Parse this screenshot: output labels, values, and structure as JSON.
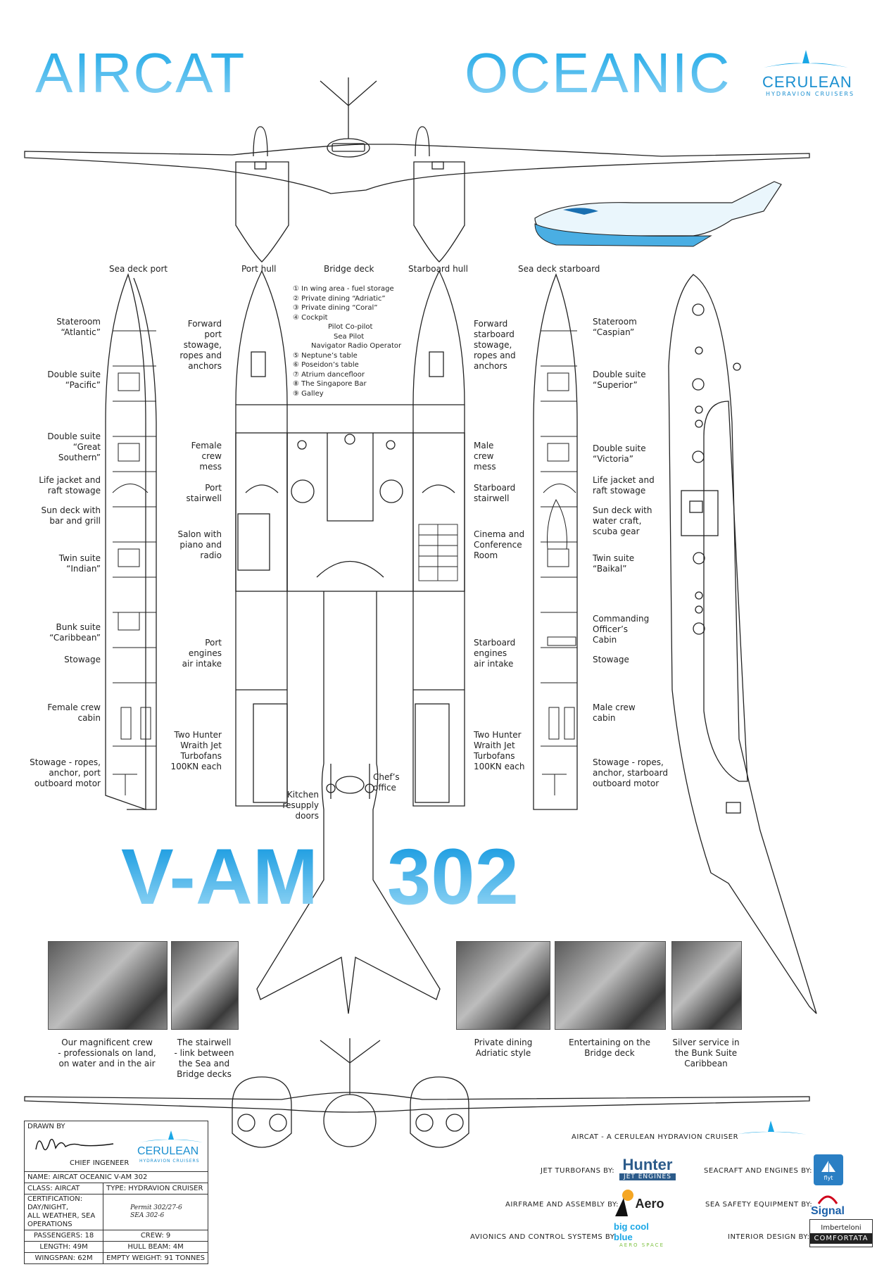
{
  "header": {
    "title_left": "AIRCAT",
    "title_right": "OCEANIC",
    "brand": "CERULEAN",
    "brand_sub": "HYDRAVION CRUISERS"
  },
  "model_title": {
    "left": "V-AM",
    "right": "302"
  },
  "section_labels": {
    "sea_deck_port": "Sea deck port",
    "port_hull": "Port hull",
    "bridge_deck": "Bridge deck",
    "starboard_hull": "Starboard hull",
    "sea_deck_starboard": "Sea deck starboard"
  },
  "legend": [
    "① In wing area - fuel storage",
    "② Private dining “Adriatic”",
    "③ Private dining “Coral”",
    "④ Cockpit",
    "Pilot    Co-pilot",
    "Sea Pilot",
    "Navigator Radio Operator",
    "⑤ Neptune’s table",
    "⑥ Poseidon’s table",
    "⑦ Atrium dancefloor",
    "⑧ The Singapore Bar",
    "⑨ Galley"
  ],
  "port_labels": [
    {
      "text": "Stateroom\n“Atlantic”"
    },
    {
      "text": "Double suite\n“Pacific”"
    },
    {
      "text": "Double suite\n“Great\nSouthern”"
    },
    {
      "text": "Life jacket and\nraft stowage"
    },
    {
      "text": "Sun deck with\nbar and grill"
    },
    {
      "text": "Twin suite\n“Indian”"
    },
    {
      "text": "Bunk suite\n“Caribbean”"
    },
    {
      "text": "Stowage"
    },
    {
      "text": "Female crew\ncabin"
    },
    {
      "text": "Stowage - ropes,\nanchor, port\noutboard motor"
    }
  ],
  "port_hull_labels": [
    {
      "text": "Forward\nport\nstowage,\nropes and\nanchors"
    },
    {
      "text": "Female\ncrew\nmess"
    },
    {
      "text": "Port\nstairwell"
    },
    {
      "text": "Salon with\npiano and\nradio"
    },
    {
      "text": "Port\nengines\nair intake"
    },
    {
      "text": "Two Hunter\nWraith Jet\nTurbofans\n100KN each"
    }
  ],
  "starboard_hull_labels": [
    {
      "text": "Forward\nstarboard\nstowage,\nropes and\nanchors"
    },
    {
      "text": "Male\ncrew\nmess"
    },
    {
      "text": "Starboard\nstairwell"
    },
    {
      "text": "Cinema and\nConference\nRoom"
    },
    {
      "text": "Starboard\nengines\nair intake"
    },
    {
      "text": "Two Hunter\nWraith Jet\nTurbofans\n100KN each"
    }
  ],
  "starboard_labels": [
    {
      "text": "Stateroom\n“Caspian”"
    },
    {
      "text": "Double suite\n“Superior”"
    },
    {
      "text": "Double suite\n“Victoria”"
    },
    {
      "text": "Life jacket and\nraft stowage"
    },
    {
      "text": "Sun deck with\nwater craft,\nscuba gear"
    },
    {
      "text": "Twin suite\n“Baikal”"
    },
    {
      "text": "Commanding\nOfficer’s\nCabin"
    },
    {
      "text": "Stowage"
    },
    {
      "text": "Male crew\ncabin"
    },
    {
      "text": "Stowage - ropes,\nanchor, starboard\noutboard motor"
    }
  ],
  "center_labels": {
    "kitchen": "Kitchen\nresupply\ndoors",
    "chef": "Chef’s\noffice"
  },
  "photos": [
    {
      "caption": "Our magnificent crew\n- professionals on land,\non water and in the air"
    },
    {
      "caption": "The stairwell\n- link between\nthe Sea and\nBridge decks"
    },
    {
      "caption": "Private dining\nAdriatic style"
    },
    {
      "caption": "Entertaining on the\nBridge deck"
    },
    {
      "caption": "Silver service in\nthe Bunk Suite\nCaribbean"
    }
  ],
  "credits": {
    "tagline": "AIRCAT - A CERULEAN HYDRAVION CRUISER",
    "jet_turbofans": "JET TURBOFANS BY:",
    "seacraft": "SEACRAFT AND ENGINES BY:",
    "airframe": "AIRFRAME AND ASSEMBLY BY:",
    "safety": "SEA SAFETY EQUIPMENT BY:",
    "avionics": "AVIONICS AND CONTROL SYSTEMS BY:",
    "interior": "INTERIOR DESIGN BY:",
    "hunter": "Hunter",
    "hunter_sub": "JET ENGINES",
    "aero": "Aero",
    "bigcool": "big cool blue",
    "bigcool_sub": "AERO SPACE",
    "signal": "Signal",
    "flyt": "flyt",
    "imberteloni": "Imberteloni",
    "comfortata": "COMFORTATA"
  },
  "titleblock": {
    "drawn_by": "DRAWN BY",
    "role": "CHIEF INGENEER",
    "brand": "CERULEAN",
    "brand_sub": "HYDRAVION CRUISERS",
    "name": "NAME: AIRCAT OCEANIC V-AM 302",
    "class": "CLASS: AIRCAT",
    "type": "TYPE: HYDRAVION CRUISER",
    "cert1": "CERTIFICATION: DAY/NIGHT,",
    "cert2": "ALL WEATHER, SEA OPERATIONS",
    "stamp": "Permit 302/27-6\nSEA 302-6",
    "passengers": "PASSENGERS: 18",
    "crew": "CREW: 9",
    "length": "LENGTH: 49M",
    "hull_beam": "HULL BEAM: 4M",
    "wingspan": "WINGSPAN: 62M",
    "empty_weight": "EMPTY WEIGHT: 91 TONNES"
  },
  "colors": {
    "accent": "#1aa7e6",
    "line": "#222222"
  }
}
